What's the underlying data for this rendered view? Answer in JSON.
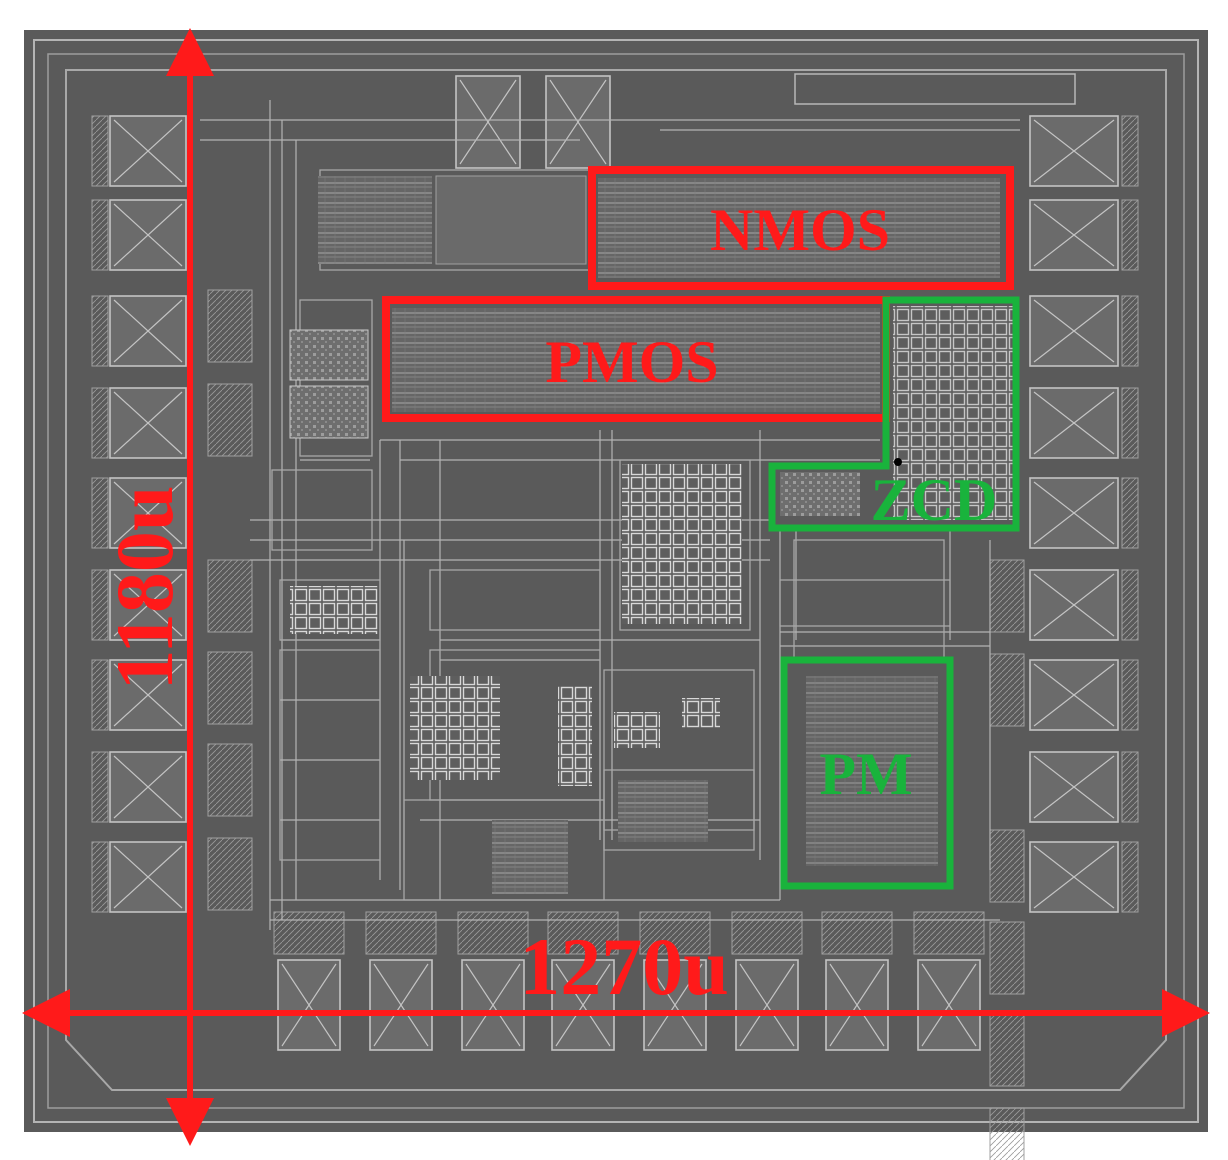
{
  "figure": {
    "blocks": [
      {
        "id": "nmos",
        "label": "NMOS",
        "color": "#ff1a1a"
      },
      {
        "id": "pmos",
        "label": "PMOS",
        "color": "#ff1a1a"
      },
      {
        "id": "zcd",
        "label": "ZCD",
        "color": "#19b33c"
      },
      {
        "id": "pm",
        "label": "PM",
        "color": "#19b33c"
      }
    ],
    "dimensions": {
      "height": "1180u",
      "width": "1270u",
      "color": "#ff1a1a"
    },
    "colors": {
      "die_background": "#5a5a5a",
      "wire": "#b4b4b4",
      "pad": "#6b6b6b"
    }
  }
}
